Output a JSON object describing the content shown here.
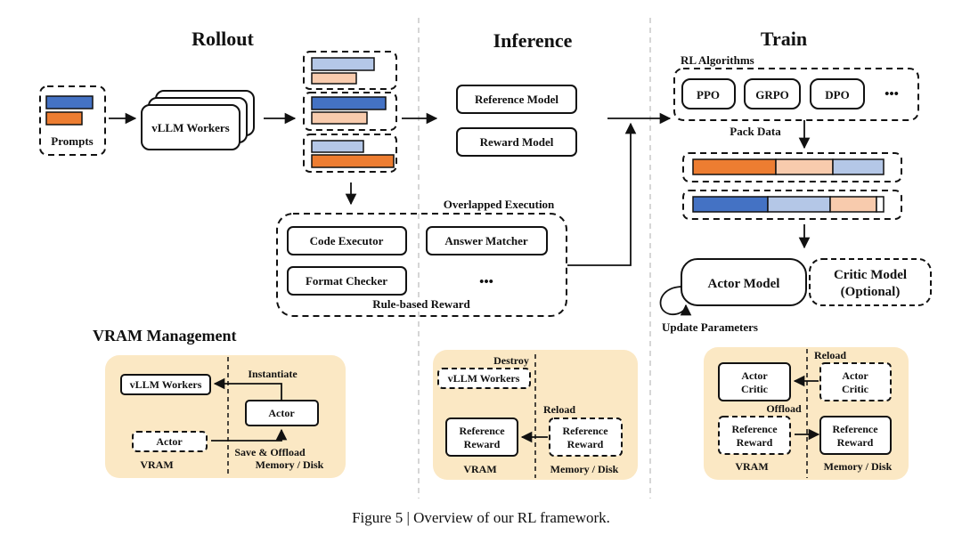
{
  "sections": {
    "rollout": "Rollout",
    "inference": "Inference",
    "train": "Train"
  },
  "rollout": {
    "prompts": "Prompts",
    "workers": "vLLM Workers",
    "overlapped": "Overlapped Execution",
    "code_executor": "Code Executor",
    "answer_matcher": "Answer Matcher",
    "format_checker": "Format Checker",
    "ellipsis": "•••",
    "rule_based": "Rule-based Reward"
  },
  "inference": {
    "reference_model": "Reference Model",
    "reward_model": "Reward Model"
  },
  "train": {
    "rl_algorithms": "RL Algorithms",
    "algos": [
      "PPO",
      "GRPO",
      "DPO"
    ],
    "ellipsis": "•••",
    "pack_data": "Pack Data",
    "actor_model": "Actor Model",
    "critic_line1": "Critic Model",
    "critic_line2": "(Optional)",
    "update_params": "Update Parameters"
  },
  "vram": {
    "heading": "VRAM Management",
    "p1": {
      "workers": "vLLM Workers",
      "instantiate": "Instantiate",
      "actor_mem": "Actor",
      "actor_vram": "Actor",
      "save_offload": "Save & Offload",
      "vram": "VRAM",
      "memory": "Memory / Disk"
    },
    "p2": {
      "destroy": "Destroy",
      "workers": "vLLM Workers",
      "reload": "Reload",
      "ref_line1": "Reference",
      "ref_line2": "Reward",
      "mem_line1": "Reference",
      "mem_line2": "Reward",
      "vram": "VRAM",
      "memory": "Memory / Disk"
    },
    "p3": {
      "reload": "Reload",
      "ac_line1": "Actor",
      "ac_line2": "Critic",
      "acm_line1": "Actor",
      "acm_line2": "Critic",
      "offload": "Offload",
      "rr_line1": "Reference",
      "rr_line2": "Reward",
      "rrm_line1": "Reference",
      "rrm_line2": "Reward",
      "vram": "VRAM",
      "memory": "Memory / Disk"
    }
  },
  "caption": "Figure 5 | Overview of our RL framework.",
  "colors": {
    "blue": "#4472c4",
    "light_blue": "#b4c7e7",
    "orange": "#ed7d31",
    "light_orange": "#f8cbad",
    "panel": "#fbe8c4"
  }
}
